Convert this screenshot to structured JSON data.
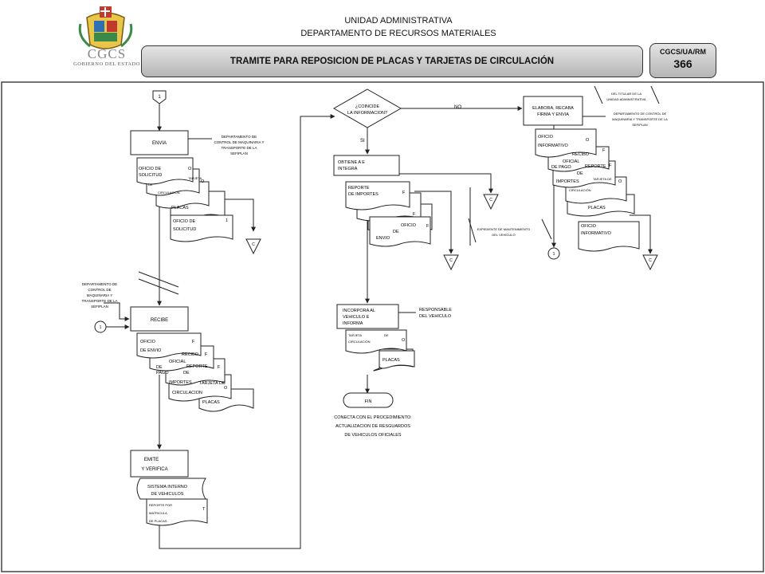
{
  "header": {
    "unit": "UNIDAD ADMINISTRATIVA",
    "department": "DEPARTAMENTO DE RECURSOS MATERIALES",
    "title": "TRAMITE PARA REPOSICION DE PLACAS Y TARJETAS DE CIRCULACIÓN",
    "code_label": "CGCS/UA/RM",
    "code_number": "366",
    "logo_text": "CGCS",
    "logo_subtext": "GOBIERNO DEL ESTADO"
  },
  "connectors": {
    "page1": "1"
  },
  "col1": {
    "envia": "ENVIA",
    "envia_note": [
      "DEPARTAMENTO DE",
      "CONTROL DE MAQUINARIA Y",
      "TRANSPORTE DE LA",
      "SEFIPLAN"
    ],
    "doc_oficio_solicitud": [
      "OFICIO DE",
      "SOLICITUD"
    ],
    "doc_tarjeta": [
      "TARJETA",
      "DE",
      "CIRCULACIÓN"
    ],
    "doc_placas": "PLACAS",
    "doc_oficio_solicitud_copy": [
      "OFICIO DE",
      "SOLICITUD"
    ],
    "mark_o": "O",
    "mark_1": "1",
    "mark_c": "C",
    "note_depto": [
      "DEPARTAMENTO DE",
      "CONTROL DE",
      "MAQUINARIA Y",
      "TRANSPORTE DE LA",
      "SEFIPLAN"
    ],
    "recibe": "RECIBE",
    "doc_oficio_envio": [
      "OFICIO",
      "DE ENVIO"
    ],
    "doc_recibo": [
      "RECIBO",
      "OFICIAL",
      "DE",
      "PAGO"
    ],
    "doc_reporte": [
      "REPORTE",
      "DE",
      "IMPORTES"
    ],
    "doc_tarjeta2": [
      "TARJETA DE",
      "CIRCULACION"
    ],
    "doc_placas2": "PLACAS",
    "mark_f": "F",
    "emite": [
      "EMITE",
      "Y VERIFICA"
    ],
    "sistema": [
      "SISTEMA INTERNO",
      "DE VEHICULOS"
    ],
    "doc_reporte_matricula": [
      "REPORTE POR",
      "MATRICULA",
      "DE PLACAS"
    ],
    "mark_t": "T"
  },
  "col2": {
    "decision": [
      "¿COINCIDE",
      "LA INFORMACION?"
    ],
    "no_label": "NO",
    "si_label": "SI",
    "obtiene": [
      "OBTIENE A E",
      "INTEGRA"
    ],
    "doc_reporte": [
      "REPORTE",
      "DE IMPORTES"
    ],
    "doc_oficio_envio": [
      "OFICIO",
      "DE",
      "ENVIO"
    ],
    "expediente_note": [
      "EXPEDIENTE DE MANTENIMIENTO",
      "DEL VEHÍCULO"
    ],
    "incorpora": [
      "INCORPORA AL",
      "VEHICULO E",
      "INFORMA"
    ],
    "responsable_note": [
      "RESPONSABLE",
      "DEL VEHICULO"
    ],
    "doc_tarjeta": [
      "TARJETA",
      "DE",
      "CIRCULACIÓN"
    ],
    "doc_placas": "PLACAS",
    "fin": "FIN",
    "conecta_note": [
      "CONECTA CON EL PROCEDIMIENTO:",
      "ACTUALIZACION DE RESGUARDOS",
      "DE VEHICULOS OFICIALES"
    ]
  },
  "col3": {
    "elabora": [
      "ELABORA, RECABA",
      "FIRMA Y ENVIA"
    ],
    "titular_note": [
      "DEL TITULAR DE LA",
      "UNIDAD ADMINISTRATIVA"
    ],
    "depto_note": [
      "DEPARTAMENTO DE CONTROL DE",
      "MAQUINARIA Y TRANSPORTE DE LA",
      "SEFIPLAN"
    ],
    "doc_oficio_informativo": [
      "OFICIO",
      "INFORMATIVO"
    ],
    "doc_recibo": [
      "RECIBO",
      "OFICIAL",
      "DE PAGO"
    ],
    "doc_reporte": [
      "REPORTE",
      "DE",
      "IMPORTES"
    ],
    "doc_tarjeta": [
      "TARJETA DE",
      "CIRCULACIÓN"
    ],
    "doc_placas": "PLACAS",
    "doc_oficio_informativo_copy": [
      "OFICIO",
      "INFORMATIVO"
    ]
  }
}
